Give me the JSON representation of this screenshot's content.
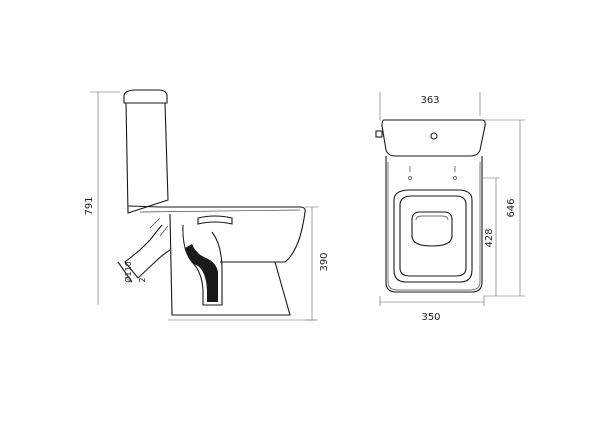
{
  "dimensions": {
    "total_height": "791",
    "pan_height": "390",
    "tank_width": "363",
    "total_depth": "646",
    "seat_depth": "428",
    "pan_width": "350",
    "outlet_dia": "Ø110",
    "outlet_height": "2"
  }
}
